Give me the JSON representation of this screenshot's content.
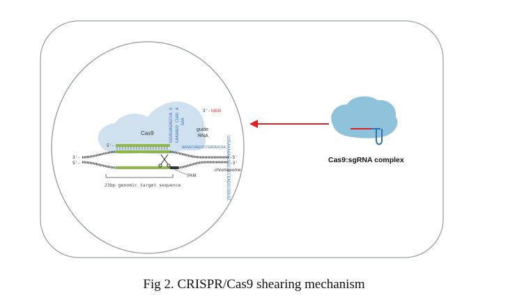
{
  "figure": {
    "caption": "Fig 2. CRISPR/Cas9 shearing mechanism",
    "cas9_label": "Cas9",
    "guide_rna_label_line1": "guide",
    "guide_rna_label_line2": "RNA",
    "three_prime_top": "3'-",
    "five_prime_mid": "5'-",
    "dna_left_top": "3'-",
    "dna_left_bottom": "5'-",
    "dna_right_top": "-5'",
    "dna_right_bottom": "-3'",
    "guide_seq": "AAGGCUAGUCCGUUAUCAA",
    "chromosome_label": "chromosome",
    "pam_label": "PAM",
    "target_label": "23bp genomic target sequence",
    "complex_label": "Cas9:sgRNA complex",
    "colors": {
      "frame": "#9aa39a",
      "cell": "#8f9a90",
      "cas9_fill": "#cfe0ef",
      "rna_blue": "#3a78c0",
      "red": "#e02020",
      "complex_fill": "#8fc3dc",
      "dna_dark": "#333333",
      "dna_green": "#8cb84a"
    }
  }
}
